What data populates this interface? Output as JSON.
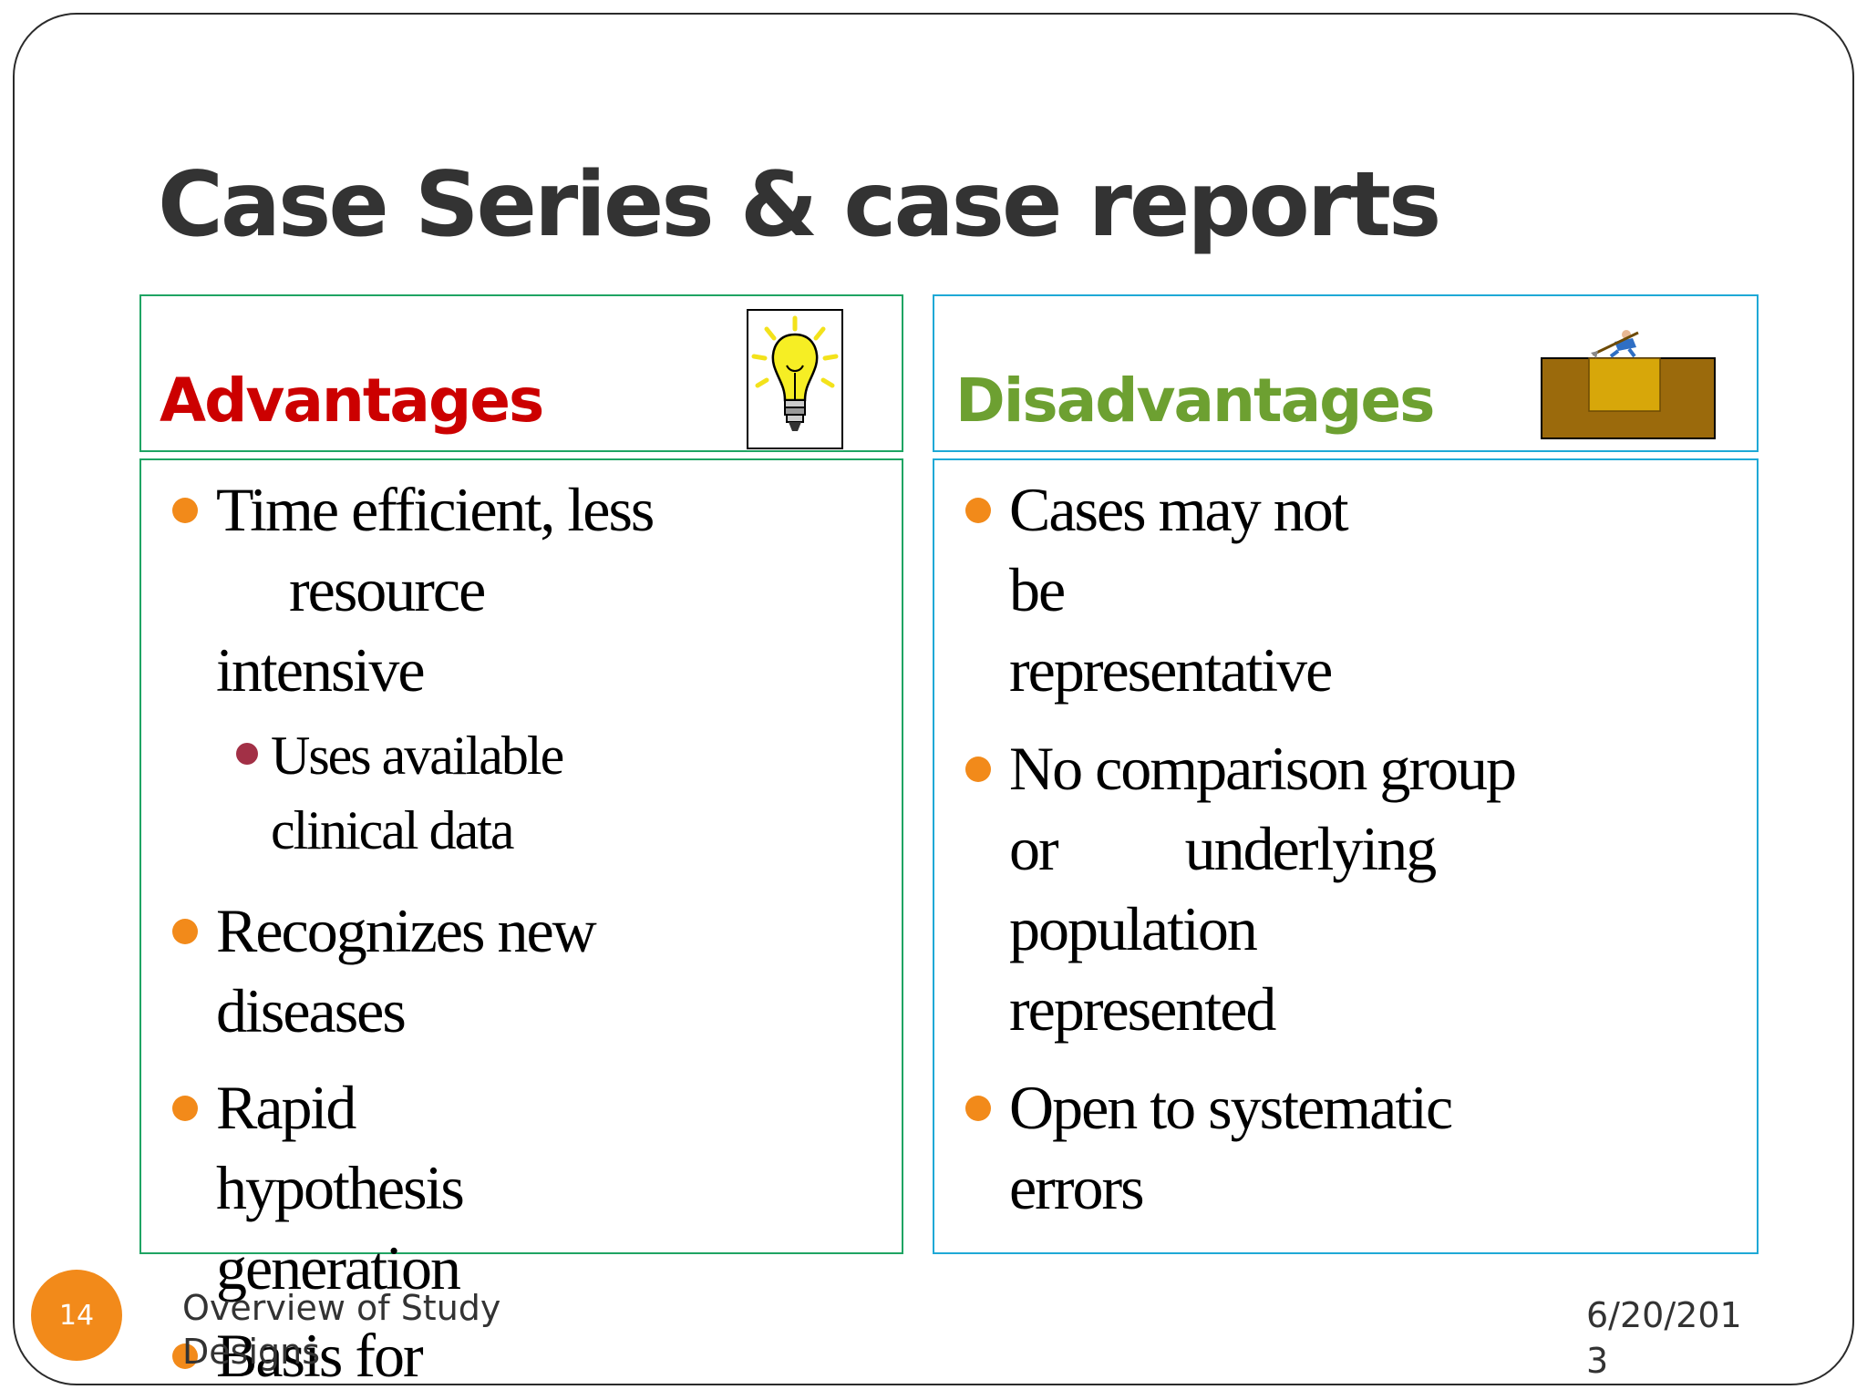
{
  "slide": {
    "title": "Case Series & case reports",
    "page_number": "14",
    "footer": "Overview of Study Designs",
    "date": "6/20/2013"
  },
  "advantages": {
    "header": "Advantages",
    "header_color": "#cc0000",
    "icon": "lightbulb-icon",
    "bullets": [
      {
        "lines": [
          "Time efficient, less",
          "resource",
          "intensive"
        ]
      },
      {
        "lines": [
          "Recognizes new",
          "diseases"
        ]
      },
      {
        "lines": [
          "Rapid",
          "hypothesis",
          "generation"
        ]
      },
      {
        "lines": [
          "Basis for"
        ]
      }
    ],
    "sub_bullet": {
      "lines": [
        "Uses available",
        "clinical data"
      ]
    }
  },
  "disadvantages": {
    "header": "Disadvantages",
    "header_color": "#6da031",
    "icon": "digging-worker-icon",
    "bullets": [
      {
        "lines": [
          "Cases may not",
          "be",
          "representative"
        ]
      },
      {
        "lines": [
          "No comparison group",
          "or",
          "underlying",
          "population",
          "represented"
        ]
      },
      {
        "lines": [
          "Open to systematic",
          "errors"
        ]
      }
    ]
  },
  "colors": {
    "bullet": "#f28a1a",
    "sub_bullet": "#a23046",
    "adv_border": "#1fa463",
    "dis_border": "#1fa9d6"
  }
}
